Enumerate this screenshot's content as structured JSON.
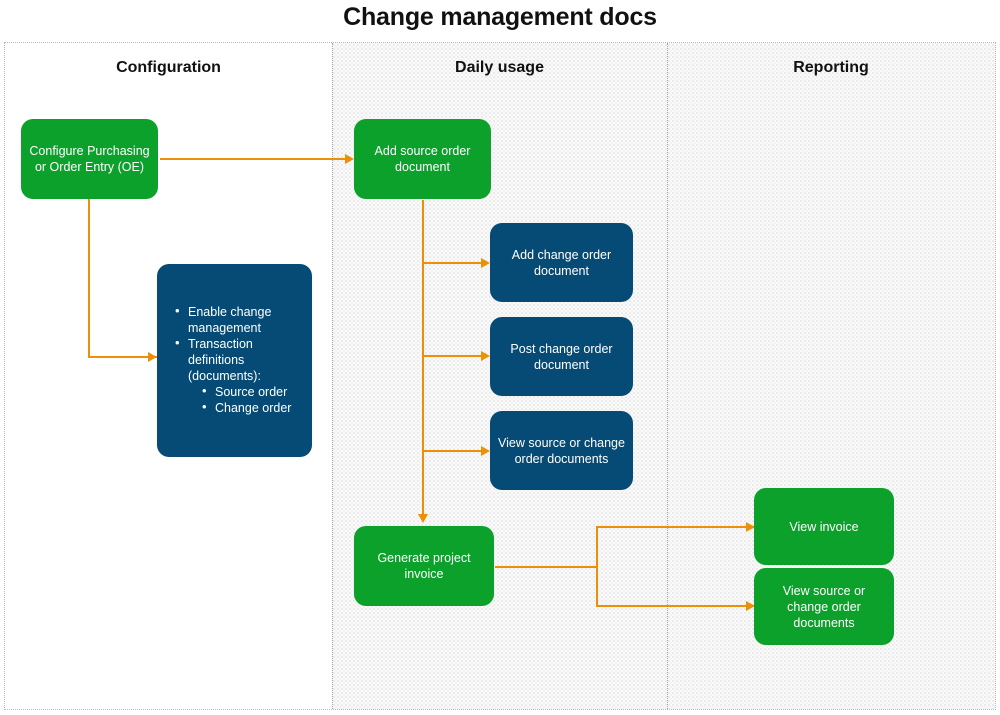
{
  "diagram": {
    "title": "Change management docs",
    "type": "swimlane-flowchart",
    "colors": {
      "green": "#0BA12B",
      "navy": "#064B75",
      "connector": "#EB9007",
      "lane_divider": "#a8a8a8",
      "lane_fill_dotted": "#fafafa",
      "lane_fill_plain": "#ffffff",
      "title_text": "#111111",
      "node_text": "#ffffff"
    }
  },
  "lanes": [
    {
      "id": "configuration",
      "label": "Configuration",
      "fill": "plain"
    },
    {
      "id": "daily-usage",
      "label": "Daily usage",
      "fill": "dotted"
    },
    {
      "id": "reporting",
      "label": "Reporting",
      "fill": "dotted"
    }
  ],
  "nodes": [
    {
      "id": "configure-purchasing-oe",
      "lane": "configuration",
      "style": "green",
      "label": "Configure Purchasing or Order Entry (OE)"
    },
    {
      "id": "enable-change-management",
      "lane": "configuration",
      "style": "navy",
      "bullets": [
        {
          "text": "Enable change management",
          "children": []
        },
        {
          "text": "Transaction definitions (documents):",
          "children": [
            {
              "text": "Source order"
            },
            {
              "text": "Change order"
            }
          ]
        }
      ]
    },
    {
      "id": "add-source-order-document",
      "lane": "daily-usage",
      "style": "green",
      "label": "Add source order document"
    },
    {
      "id": "add-change-order-document",
      "lane": "daily-usage",
      "style": "navy",
      "label": "Add change order document"
    },
    {
      "id": "post-change-order-document",
      "lane": "daily-usage",
      "style": "navy",
      "label": "Post change order document"
    },
    {
      "id": "view-source-or-change-order-documents",
      "lane": "daily-usage",
      "style": "navy",
      "label": "View source or change order documents"
    },
    {
      "id": "generate-project-invoice",
      "lane": "daily-usage",
      "style": "green",
      "label": "Generate project invoice"
    },
    {
      "id": "view-invoice",
      "lane": "reporting",
      "style": "green",
      "label": "View invoice"
    },
    {
      "id": "view-source-or-change-order-documents-reporting",
      "lane": "reporting",
      "style": "green",
      "label": "View source or change order documents"
    }
  ],
  "edges": [
    {
      "from": "configure-purchasing-oe",
      "to": "add-source-order-document"
    },
    {
      "from": "configure-purchasing-oe",
      "to": "enable-change-management"
    },
    {
      "from": "add-source-order-document",
      "to": "add-change-order-document"
    },
    {
      "from": "add-source-order-document",
      "to": "post-change-order-document"
    },
    {
      "from": "add-source-order-document",
      "to": "view-source-or-change-order-documents"
    },
    {
      "from": "add-source-order-document",
      "to": "generate-project-invoice"
    },
    {
      "from": "generate-project-invoice",
      "to": "view-invoice"
    },
    {
      "from": "generate-project-invoice",
      "to": "view-source-or-change-order-documents-reporting"
    }
  ]
}
